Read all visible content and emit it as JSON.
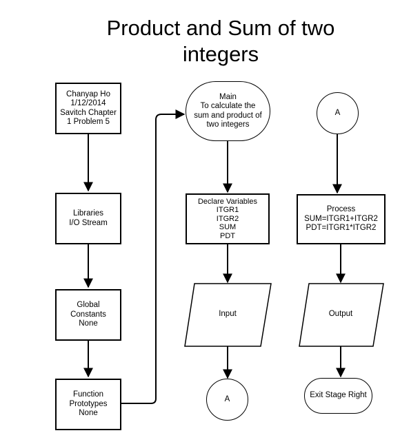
{
  "title": {
    "line1": "Product and Sum of two",
    "line2": "integers"
  },
  "nodes": {
    "author": {
      "lines": [
        "Chanyap Ho",
        "1/12/2014",
        "Savitch Chapter",
        "1 Problem 5"
      ]
    },
    "libraries": {
      "lines": [
        "Libraries",
        "I/O Stream"
      ]
    },
    "globals": {
      "lines": [
        "Global",
        "Constants",
        "None"
      ]
    },
    "prototypes": {
      "lines": [
        "Function",
        "Prototypes",
        "None"
      ]
    },
    "main": {
      "lines": [
        "Main",
        "To calculate the",
        "sum and product of",
        "two integers"
      ]
    },
    "declare": {
      "lines": [
        "Declare Variables",
        "ITGR1",
        "ITGR2",
        "SUM",
        "PDT"
      ]
    },
    "input": {
      "label": "Input"
    },
    "connector_out": {
      "label": "A"
    },
    "connector_in": {
      "label": "A"
    },
    "process": {
      "lines": [
        "Process",
        "SUM=ITGR1+ITGR2",
        "PDT=ITGR1*ITGR2"
      ]
    },
    "output": {
      "label": "Output"
    },
    "exit": {
      "label": "Exit Stage Right"
    }
  },
  "colors": {
    "stroke": "#000000",
    "background": "#ffffff"
  }
}
